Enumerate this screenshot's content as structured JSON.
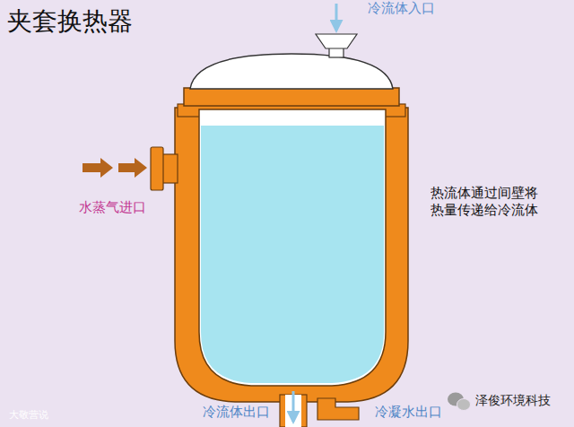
{
  "diagram": {
    "title": "夹套换热器",
    "labels": [
      "冷流体入口",
      "水蒸气进口",
      "热流体通过间壁将热量传递给冷流体",
      "冷流体出口",
      "冷凝水出口",
      "泽俊环境科技",
      "大敬营说"
    ]
  }
}
